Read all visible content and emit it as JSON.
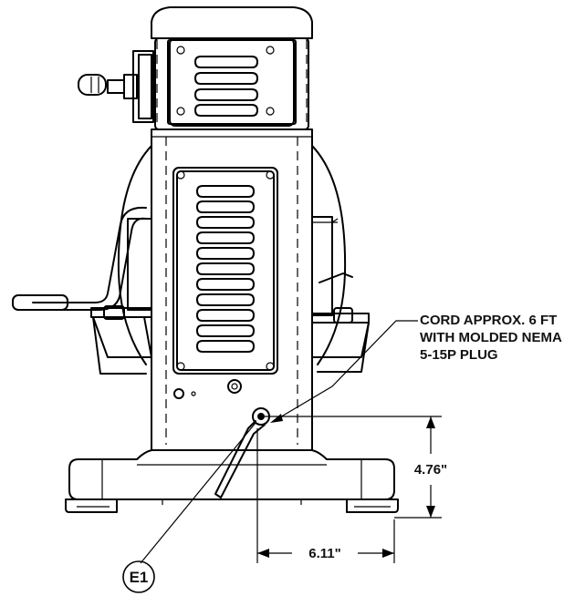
{
  "note": {
    "lines": [
      "CORD APPROX. 6 FT",
      "WITH MOLDED NEMA",
      "5-15P PLUG"
    ]
  },
  "dimensions": {
    "height": "4.76\"",
    "width": "6.11\""
  },
  "callout": {
    "label": "E1"
  }
}
